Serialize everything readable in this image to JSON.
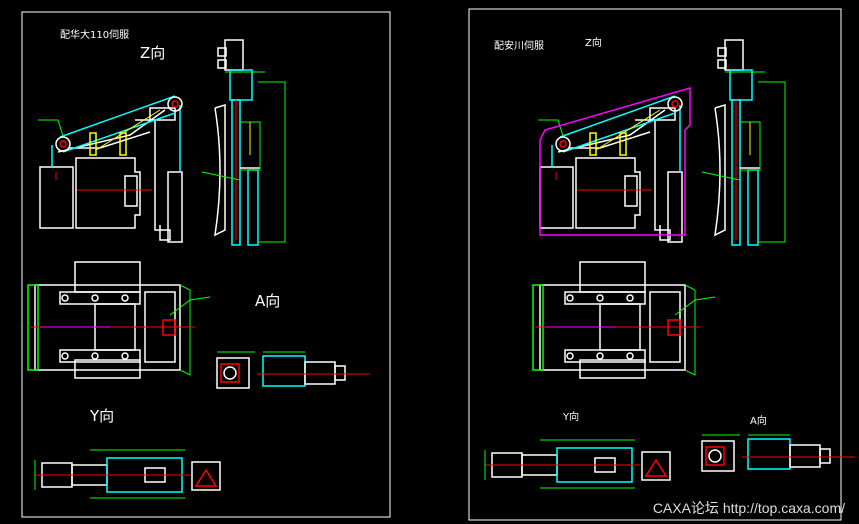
{
  "left_sheet": {
    "title": "配华大110伺服",
    "view_z": "Z向",
    "view_a": "A向",
    "view_y": "Y向"
  },
  "right_sheet": {
    "title": "配安川伺服",
    "view_z": "Z向",
    "view_a": "A向",
    "view_y": "Y向"
  },
  "watermark": "CAXA论坛 http://top.caxa.com/",
  "colors": {
    "background": "#000000",
    "outline": "#ffffff",
    "belt": "#00ffff",
    "dimension": "#00ff00",
    "center": "#ff0000",
    "hatch": "#ffff00",
    "guard": "#ff00ff"
  }
}
